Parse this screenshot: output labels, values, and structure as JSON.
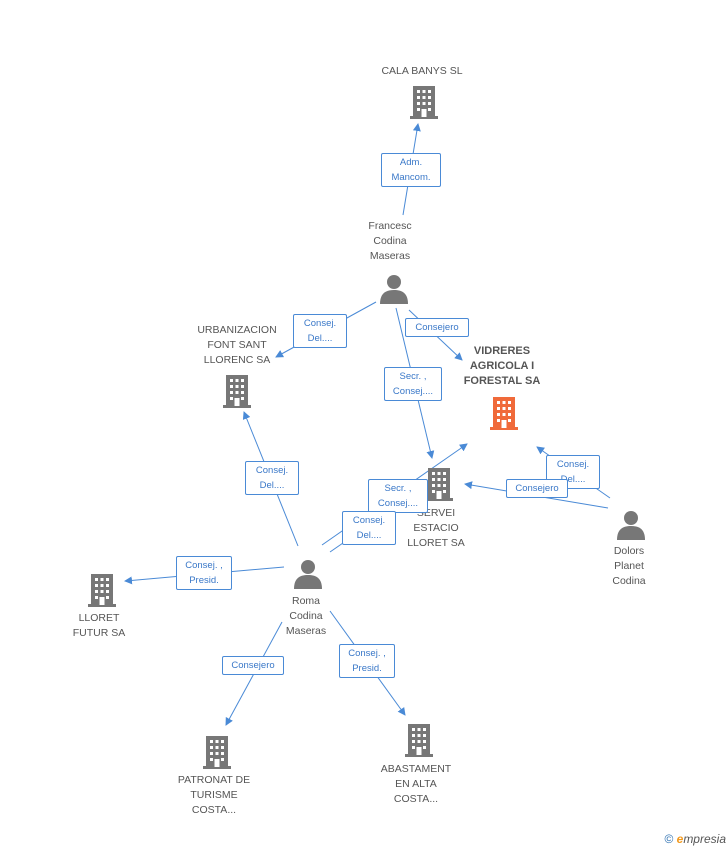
{
  "colors": {
    "edge": "#4a8ad6",
    "building": "#777777",
    "building_main": "#f06a3a",
    "person": "#777777"
  },
  "companies": {
    "cala_banys": "CALA BANYS SL",
    "vidreres": "VIDRERES AGRICOLA I FORESTAL SA",
    "urbanizacion": "URBANIZACION FONT SANT LLORENC SA",
    "servei": "SERVEI ESTACIO LLORET SA",
    "lloret_futur": "LLORET FUTUR SA",
    "patronat": "PATRONAT DE TURISME COSTA...",
    "abastament": "ABASTAMENT EN ALTA COSTA..."
  },
  "persons": {
    "francesc": "Francesc Codina Maseras",
    "dolors": "Dolors Planet Codina",
    "roma": "Roma Codina Maseras"
  },
  "roles": {
    "adm_mancom": [
      "Adm.",
      "Mancom."
    ],
    "consej_del_1": [
      "Consej.",
      "Del...."
    ],
    "consejero_1": [
      "Consejero"
    ],
    "secr_consej_1": [
      "Secr. ,",
      "Consej...."
    ],
    "consej_del_2": [
      "Consej.",
      "Del...."
    ],
    "consej_del_3": [
      "Consej.",
      "Del...."
    ],
    "consejero_2": [
      "Consejero"
    ],
    "secr_consej_2": [
      "Secr. ,",
      "Consej...."
    ],
    "consej_del_4": [
      "Consej.",
      "Del...."
    ],
    "consej_presid_1": [
      "Consej. ,",
      "Presid."
    ],
    "consejero_3": [
      "Consejero"
    ],
    "consej_presid_2": [
      "Consej. ,",
      "Presid."
    ]
  },
  "footer": {
    "copyright": "©",
    "brand_e": "e",
    "brand_rest": "mpresia"
  }
}
